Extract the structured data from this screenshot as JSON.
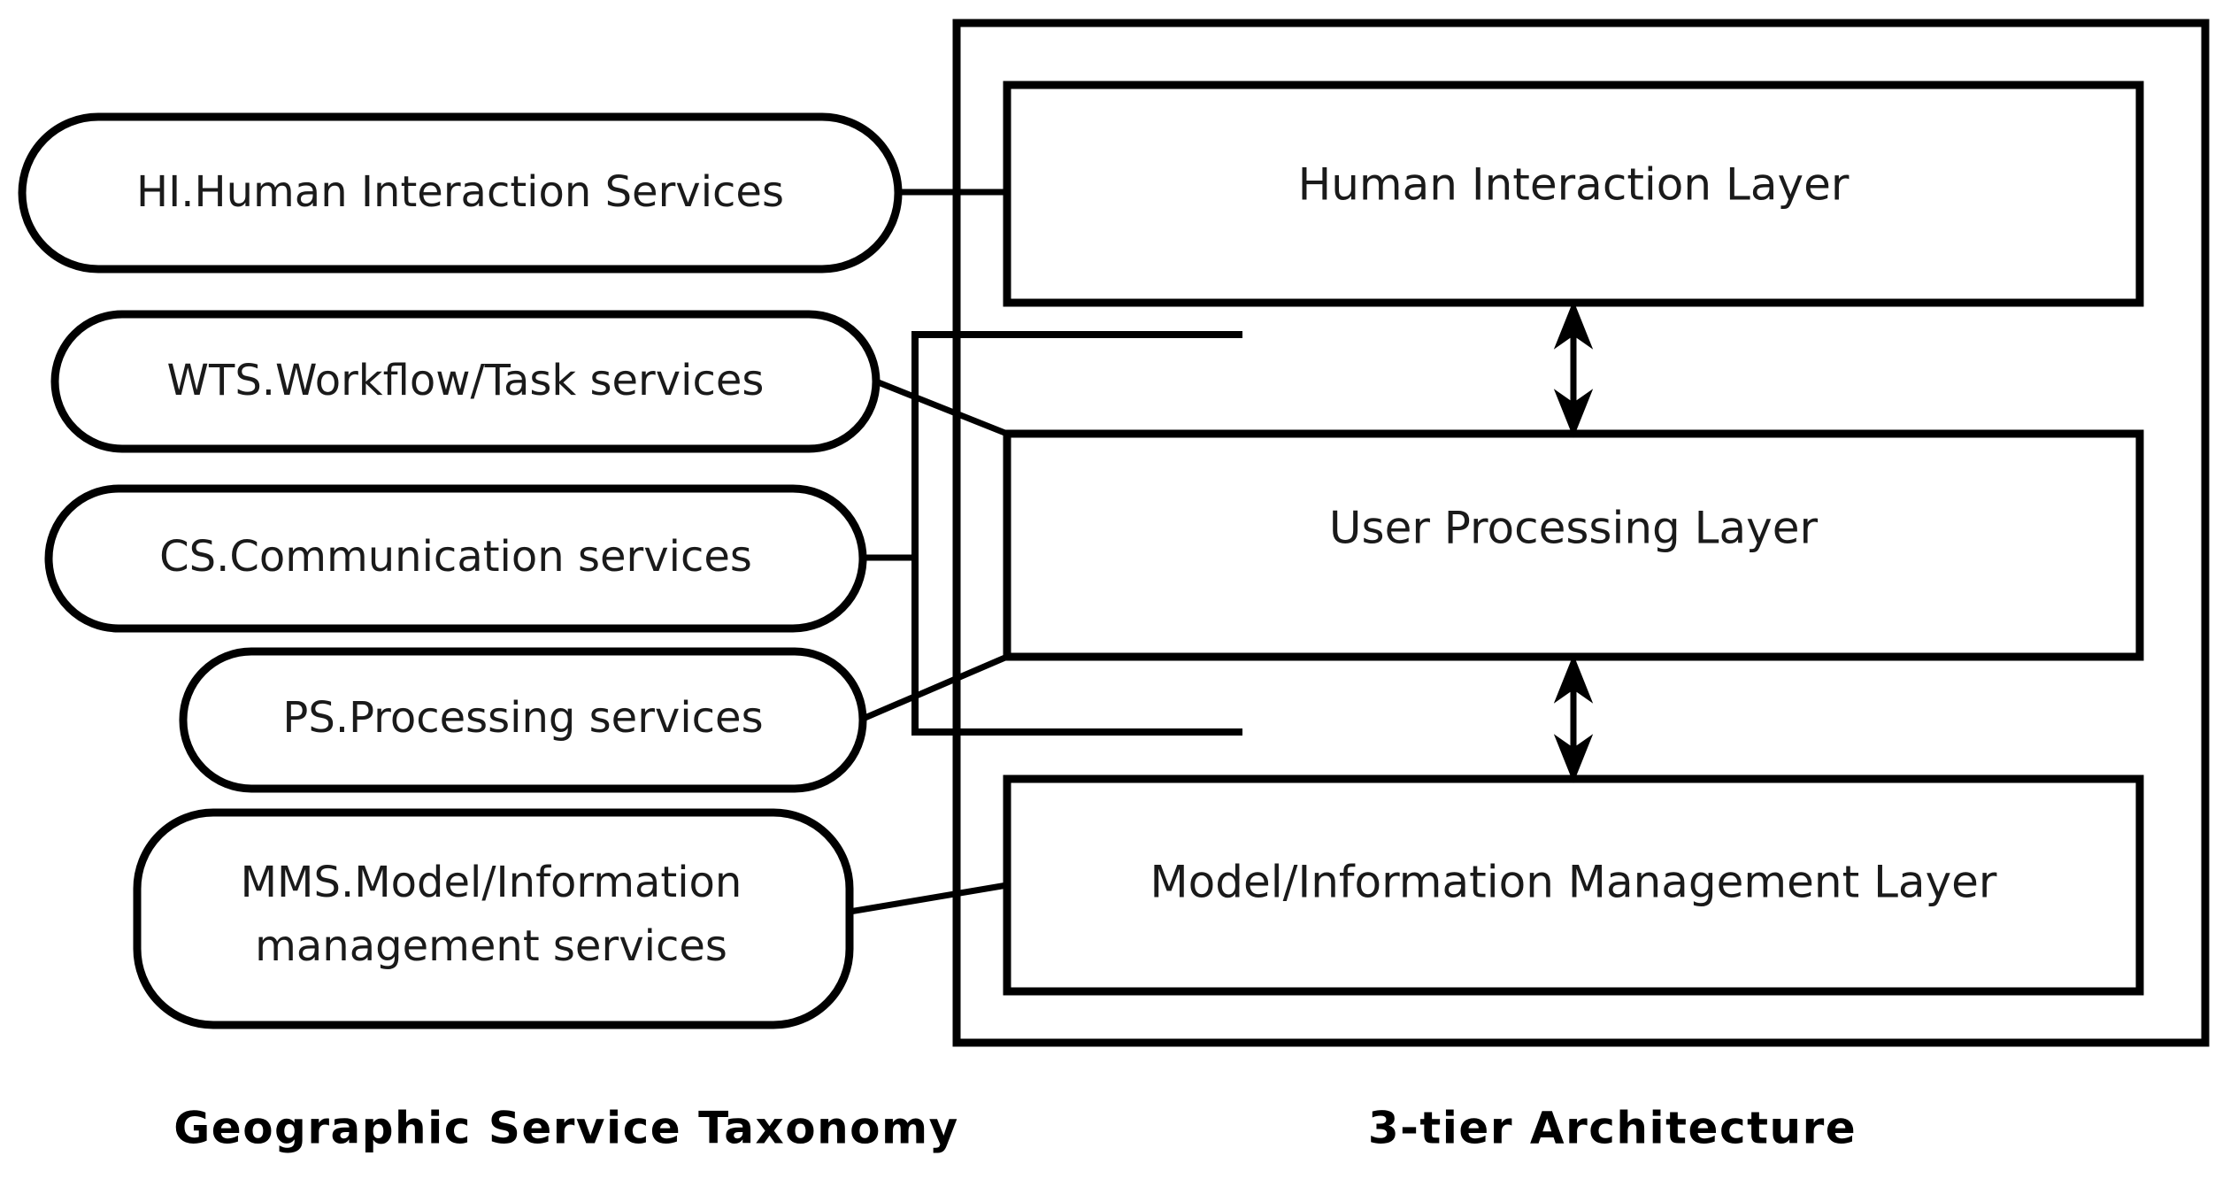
{
  "diagram": {
    "title_left": "Geographic Service Taxonomy",
    "title_right": "3-tier Architecture",
    "taxonomy": {
      "nodes": [
        {
          "id": "HI",
          "label": "HI.Human Interaction Services",
          "line1": "HI.Human Interaction Services",
          "line2": ""
        },
        {
          "id": "WTS",
          "label": "WTS.Workflow/Task services",
          "line1": "WTS.Workflow/Task services",
          "line2": ""
        },
        {
          "id": "CS",
          "label": "CS.Communication services",
          "line1": "CS.Communication services",
          "line2": ""
        },
        {
          "id": "PS",
          "label": "PS.Processing services",
          "line1": "PS.Processing services",
          "line2": ""
        },
        {
          "id": "MMS",
          "label": "MMS.Model/Information management services",
          "line1": "MMS.Model/Information",
          "line2": "management services"
        }
      ]
    },
    "architecture": {
      "container_label": "3-tier Architecture",
      "layers": [
        {
          "id": "HIL",
          "label": "Human Interaction Layer"
        },
        {
          "id": "UPL",
          "label": "User Processing Layer"
        },
        {
          "id": "MIML",
          "label": "Model/Information Management Layer"
        }
      ],
      "arrows": [
        {
          "from": "HIL",
          "to": "UPL",
          "style": "double-headed"
        },
        {
          "from": "UPL",
          "to": "MIML",
          "style": "double-headed"
        }
      ]
    },
    "mappings": [
      {
        "from": "HI",
        "to": "HIL"
      },
      {
        "from": "WTS",
        "to": "UPL"
      },
      {
        "from": "CS",
        "to": "UPL"
      },
      {
        "from": "PS",
        "to": "UPL"
      },
      {
        "from": "MMS",
        "to": "MIML"
      }
    ],
    "colors": {
      "stroke": "#000000",
      "text": "#1a1a1a",
      "background": "#ffffff"
    }
  }
}
